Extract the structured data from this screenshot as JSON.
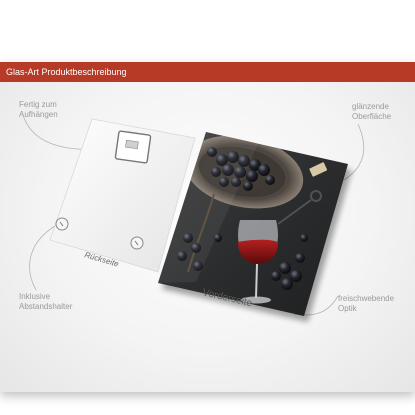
{
  "header": {
    "title": "Glas-Art Produktbeschreibung"
  },
  "labels": {
    "hanging": [
      "Fertig zum",
      "Aufhängen"
    ],
    "glossy": [
      "glänzende",
      "Oberfläche"
    ],
    "spacers": [
      "Inklusive",
      "Abstandshalter"
    ],
    "floating": [
      "freischwebende",
      "Optik"
    ]
  },
  "panels": {
    "back": "Rückseite",
    "front": "Vorderseite"
  },
  "colors": {
    "header": "#b63a25",
    "label_text": "#9a9a9a",
    "wine": "#8a1414"
  },
  "icons": [
    "hanger-icon",
    "spacer-icon"
  ]
}
